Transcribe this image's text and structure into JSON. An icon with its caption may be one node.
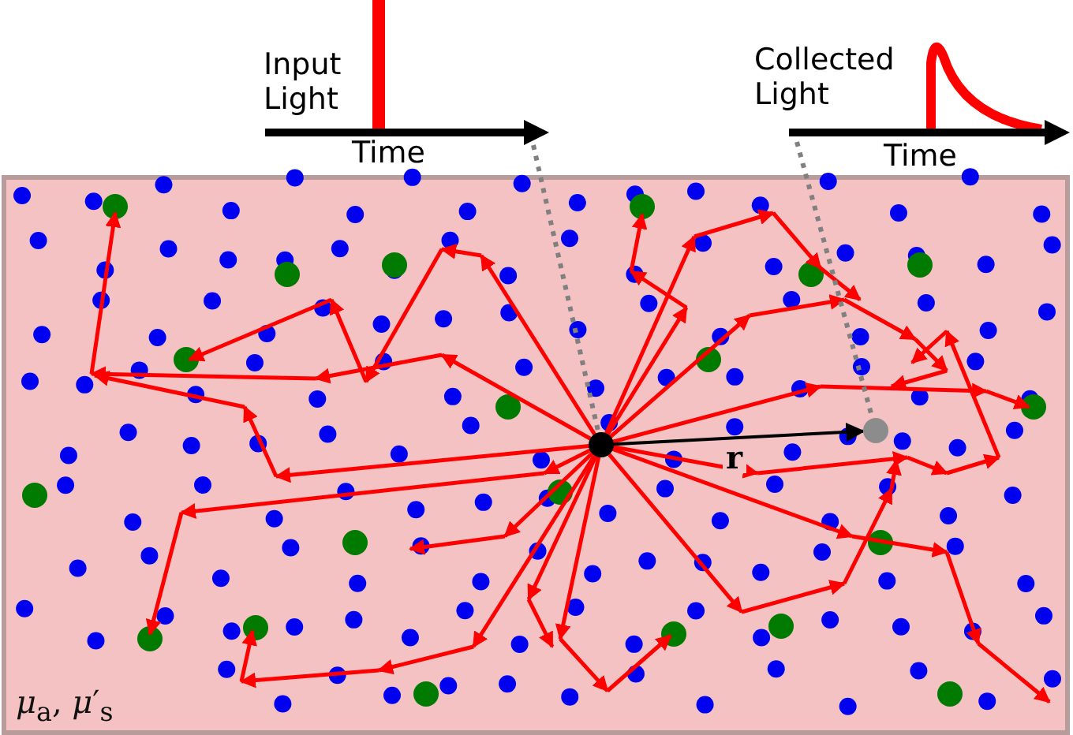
{
  "diagram": {
    "nodes": [
      {
        "text": [
          "*μ*$_{a}$, *μ*′$_{s}$"
        ]
      },
      {
        "text": [
          "Input Light",
          "Time"
        ]
      },
      {
        "text": [
          "Collected Light",
          "Time"
        ]
      },
      {
        "text": [],
        "shape": "circle",
        "in": 0
      },
      {
        "text": [],
        "shape": "circle",
        "in": 0
      }
    ],
    "edges": [
      {
        "from": 1,
        "to": 3,
        "arrow": "none",
        "style": "dashed"
      },
      {
        "from": 2,
        "to": 4,
        "arrow": "none",
        "style": "dashed"
      },
      {
        "from": 3,
        "to": 4,
        "arrow": "to",
        "label": "r",
        "color": "#000000"
      }
    ]
  }
}
